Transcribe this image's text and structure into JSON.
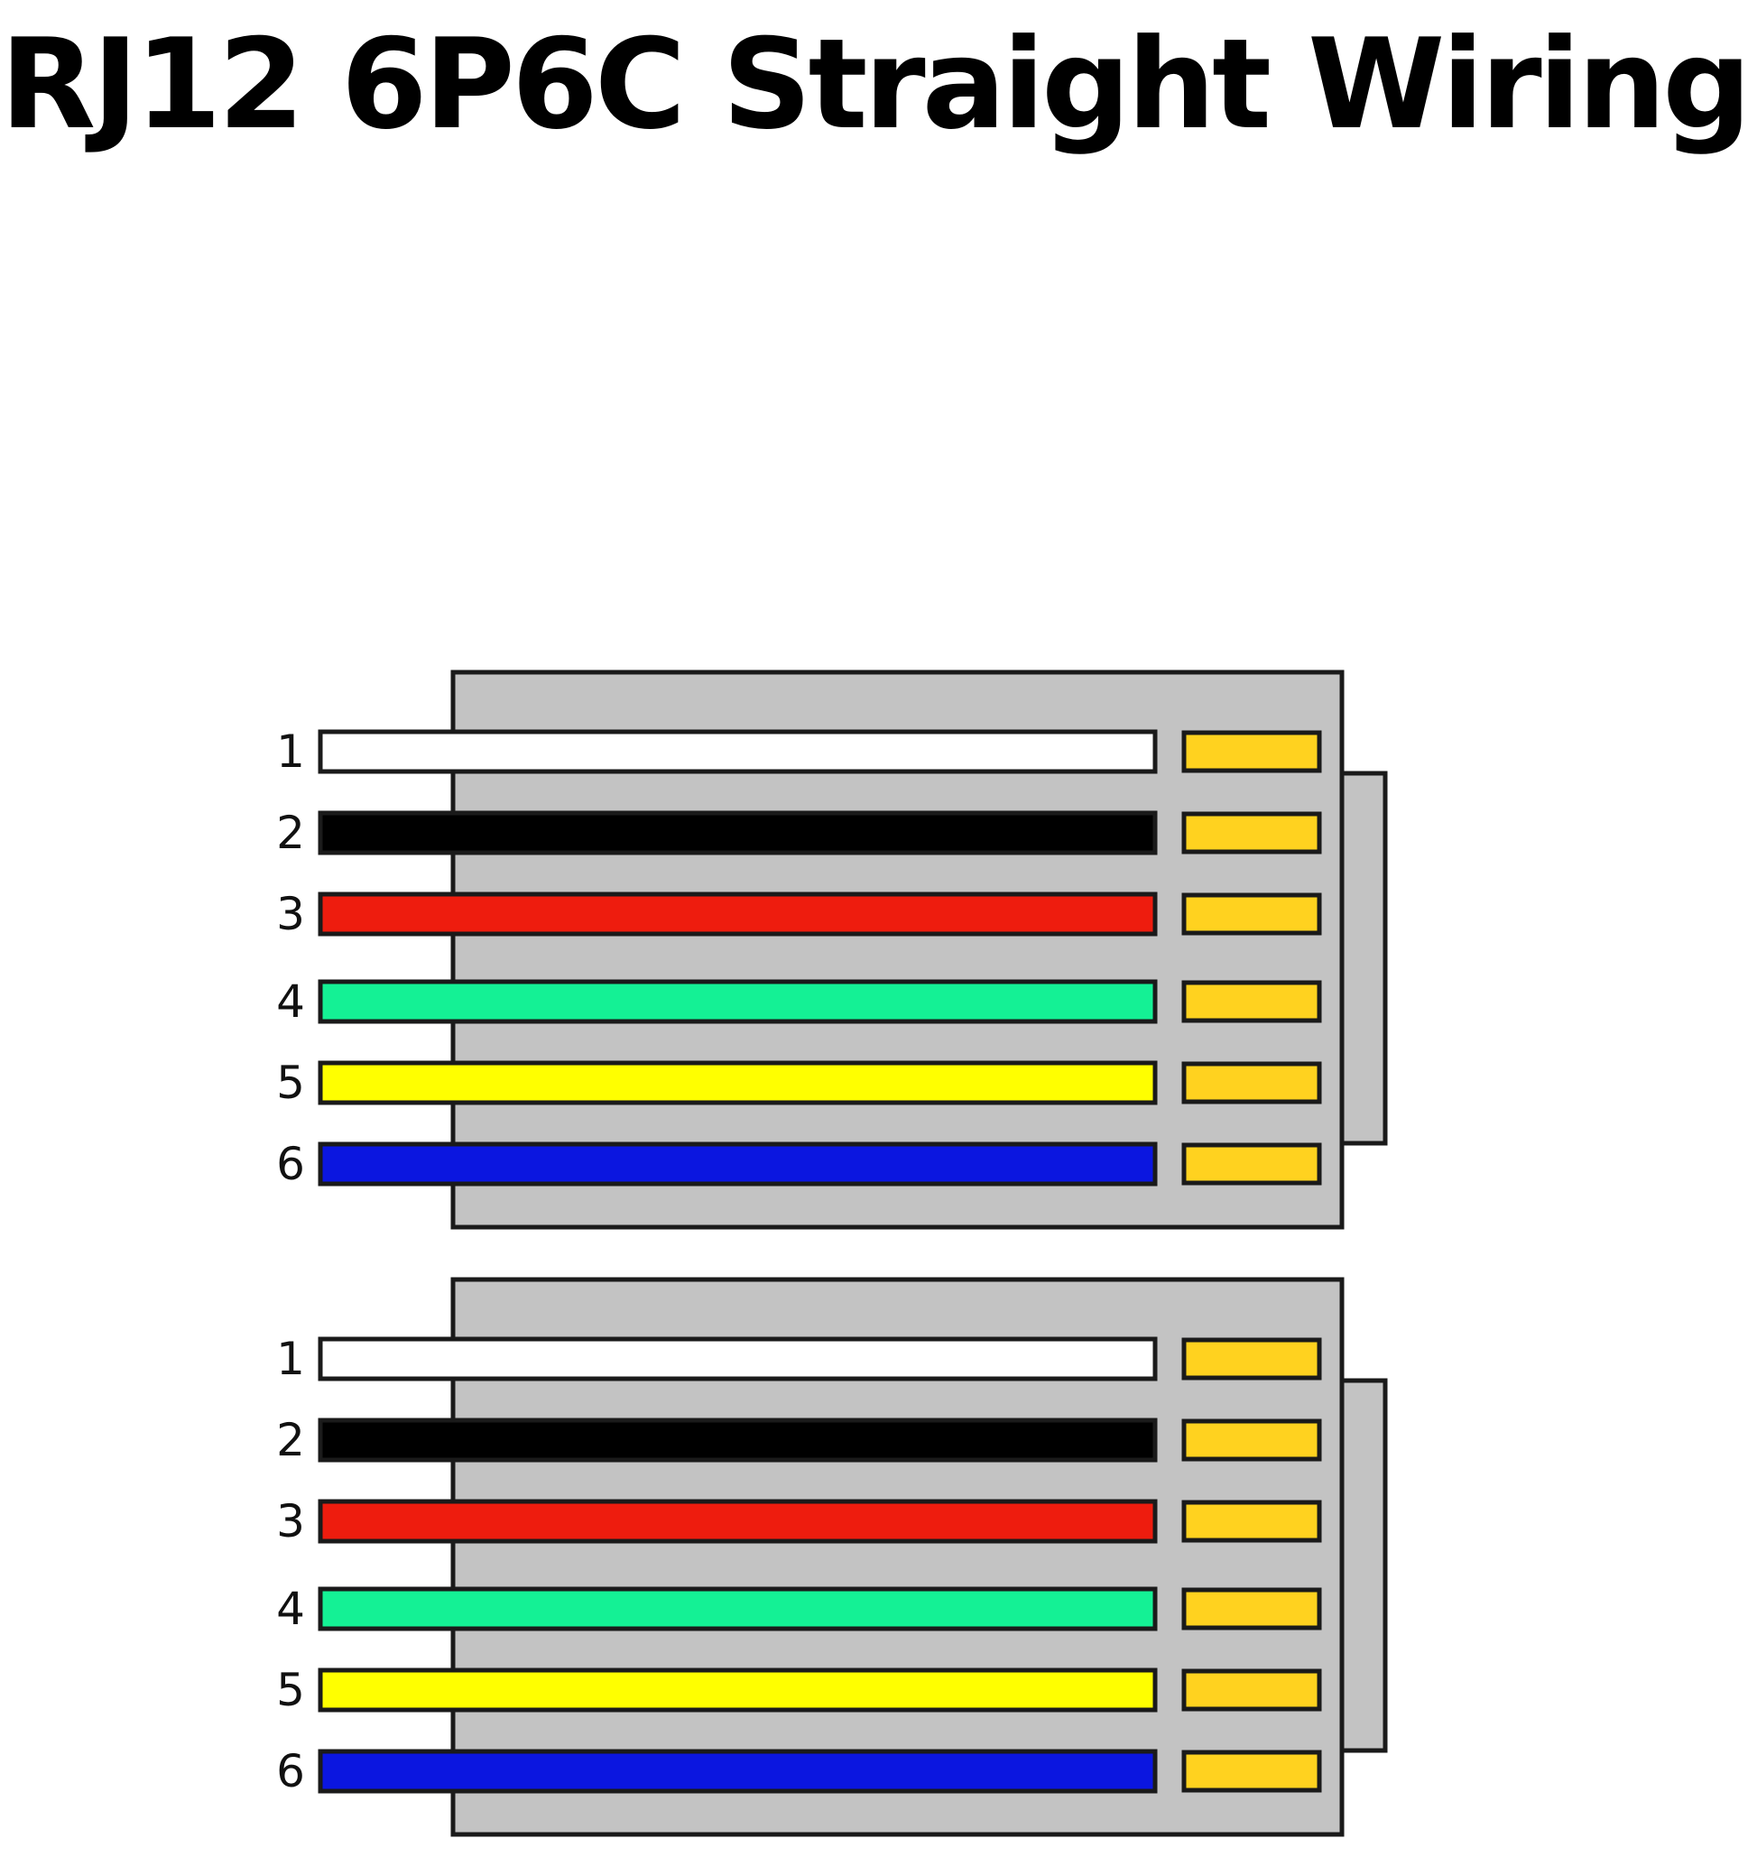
{
  "title": "RJ12 6P6C Straight Wiring",
  "connectors": [
    {
      "name": "connector-top",
      "pins": [
        {
          "number": "1",
          "color": "#ffffff"
        },
        {
          "number": "2",
          "color": "#000000"
        },
        {
          "number": "3",
          "color": "#ee1c0e"
        },
        {
          "number": "4",
          "color": "#14f195"
        },
        {
          "number": "5",
          "color": "#ffff00"
        },
        {
          "number": "6",
          "color": "#0b16e0"
        }
      ]
    },
    {
      "name": "connector-bottom",
      "pins": [
        {
          "number": "1",
          "color": "#ffffff"
        },
        {
          "number": "2",
          "color": "#000000"
        },
        {
          "number": "3",
          "color": "#ee1c0e"
        },
        {
          "number": "4",
          "color": "#14f195"
        },
        {
          "number": "5",
          "color": "#ffff00"
        },
        {
          "number": "6",
          "color": "#0b16e0"
        }
      ]
    }
  ],
  "colors": {
    "housing": "#c3c3c3",
    "contact": "#ffd21f",
    "outline": "#1a1a1a"
  }
}
